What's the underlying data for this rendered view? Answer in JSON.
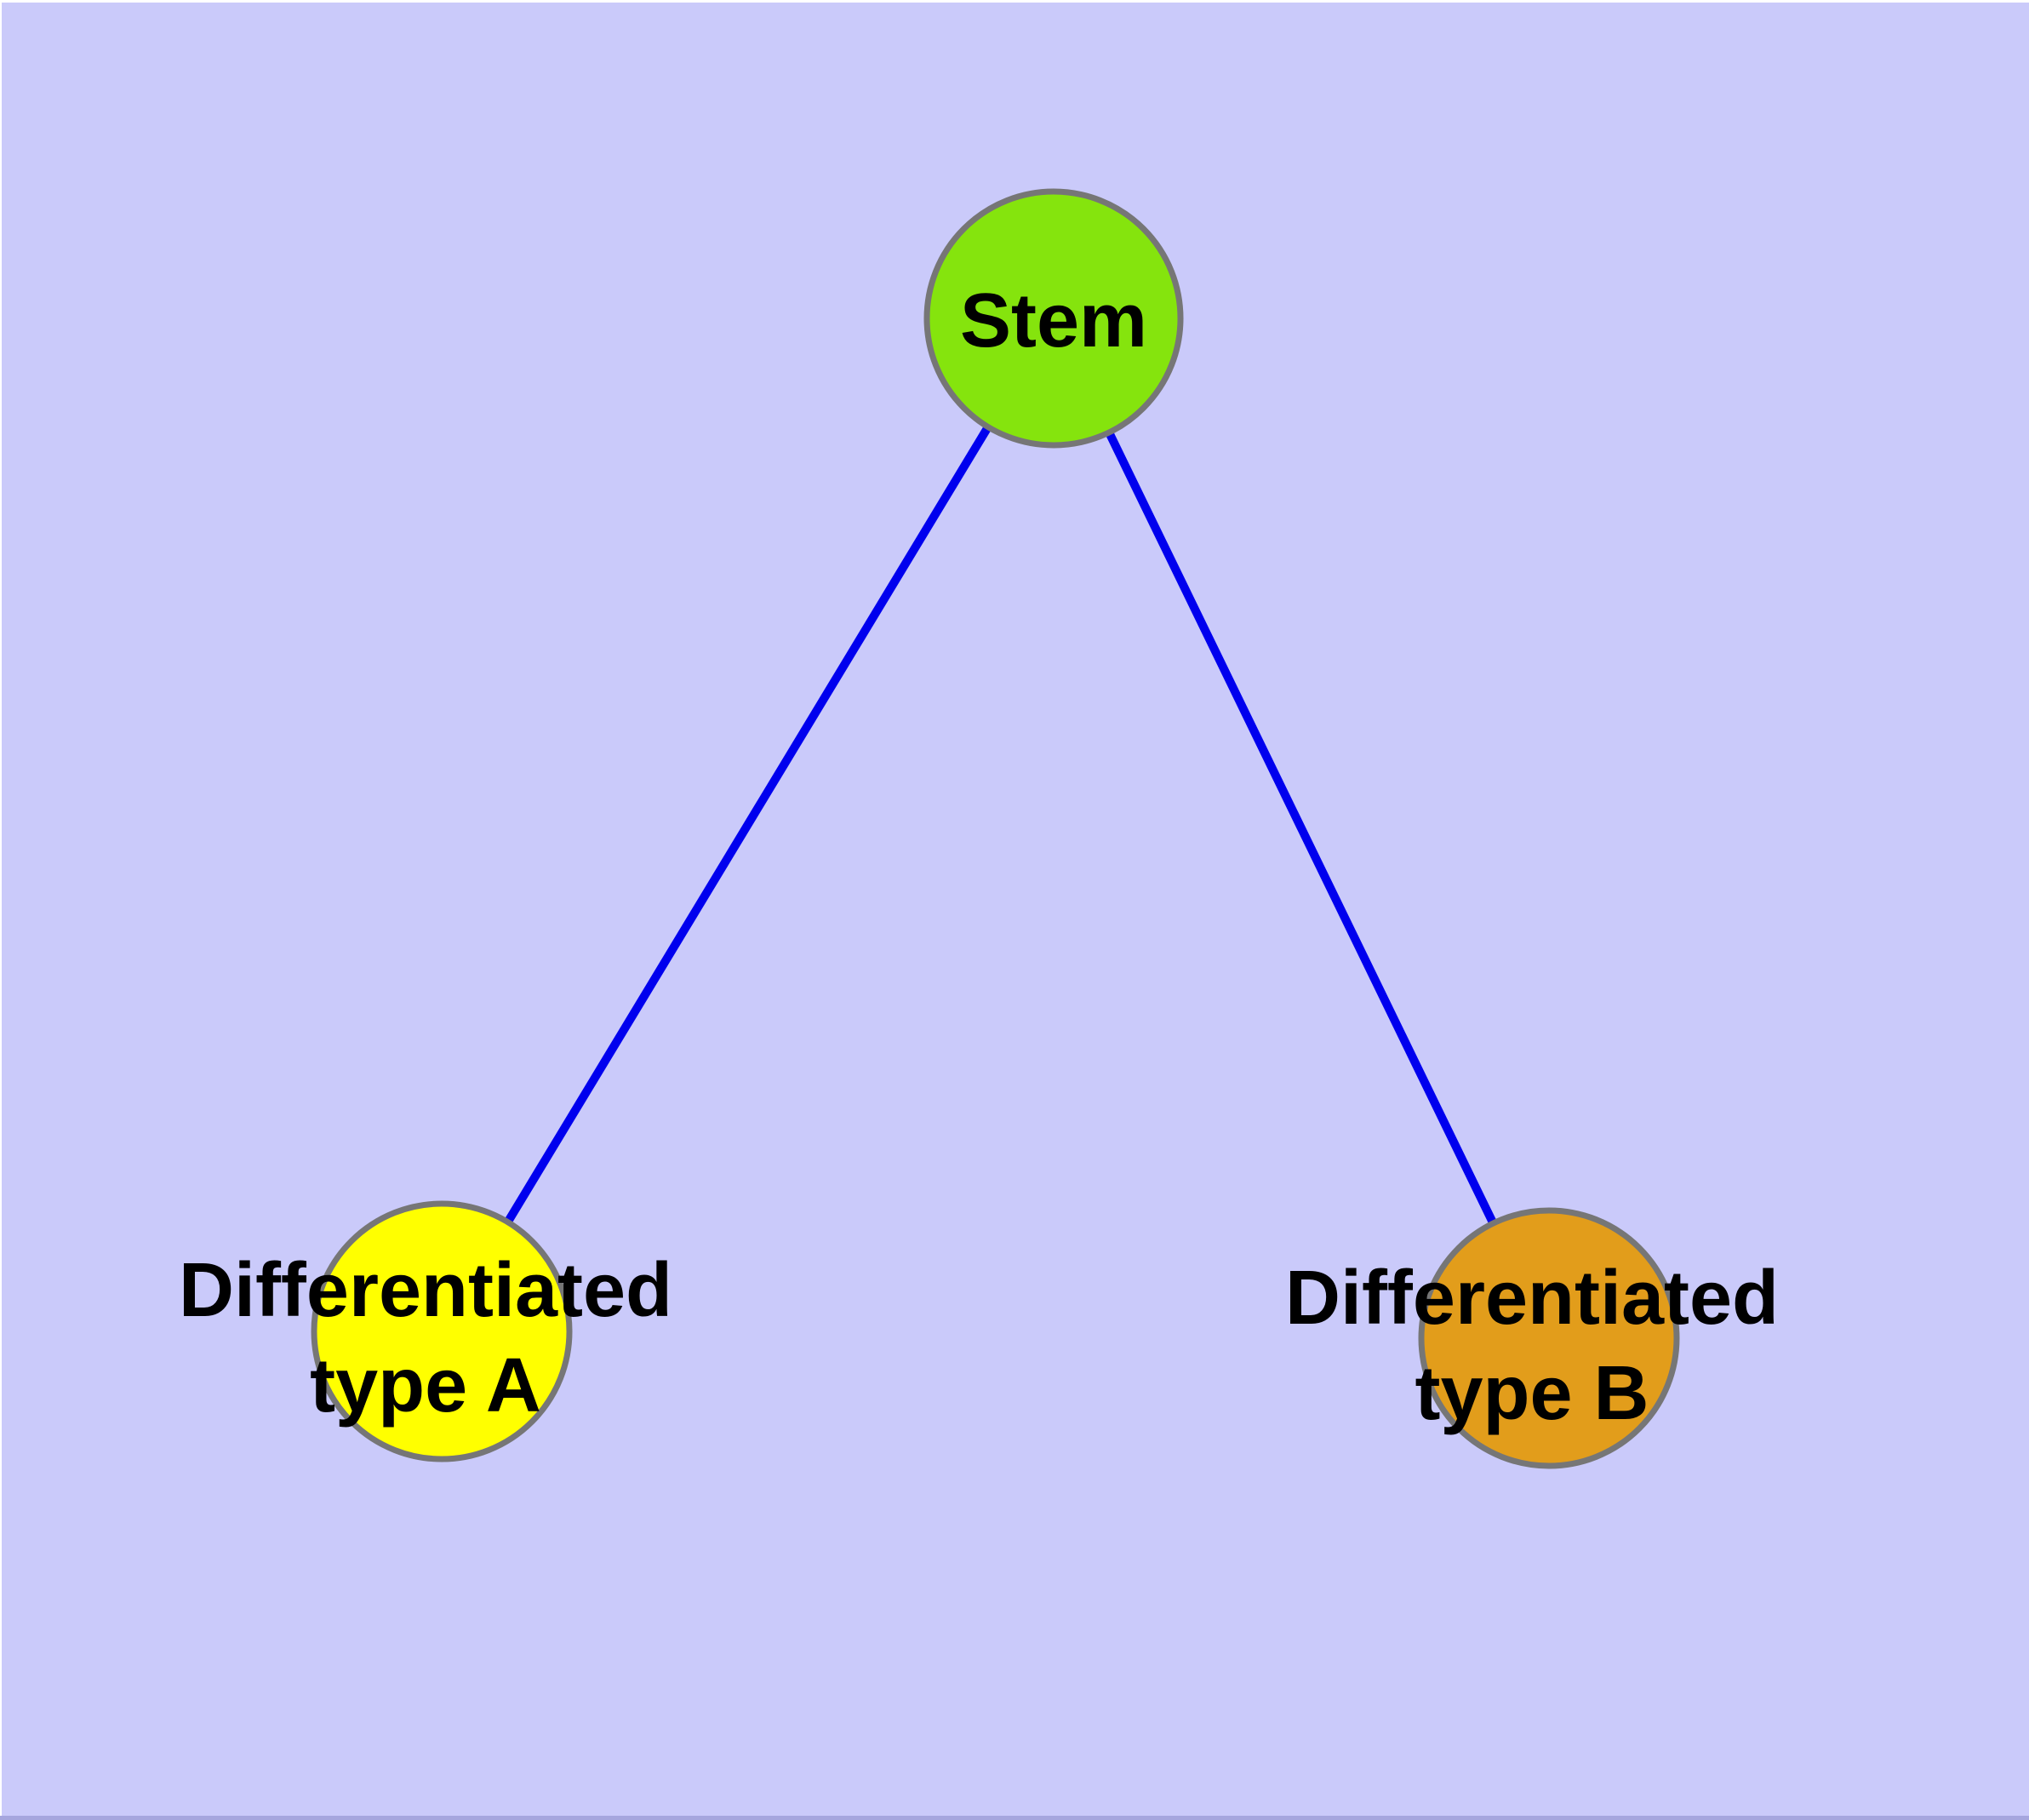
{
  "canvas": {
    "frame_color": "#FFFFFF",
    "background_color": "#CACAFA",
    "bottom_edge_color": "#A6A6DE"
  },
  "graph": {
    "edge_color": "#0000EE",
    "edge_width": "10",
    "node_border_color": "#767676",
    "node_border_width": "7",
    "label_color": "#000000",
    "nodes": [
      {
        "id": "stem",
        "label": "Stem",
        "fill": "#85E40D"
      },
      {
        "id": "differentiated-type-a",
        "label": "Differentiated type A",
        "label_line1": "Differentiated",
        "label_line2": "type A",
        "fill": "#FFFF00"
      },
      {
        "id": "differentiated-type-b",
        "label": "Differentiated type B",
        "label_line1": "Differentiated",
        "label_line2": "type B",
        "fill": "#E29D1B"
      }
    ],
    "edges": [
      {
        "from": "stem",
        "to": "differentiated-type-a"
      },
      {
        "from": "stem",
        "to": "differentiated-type-b"
      }
    ]
  }
}
